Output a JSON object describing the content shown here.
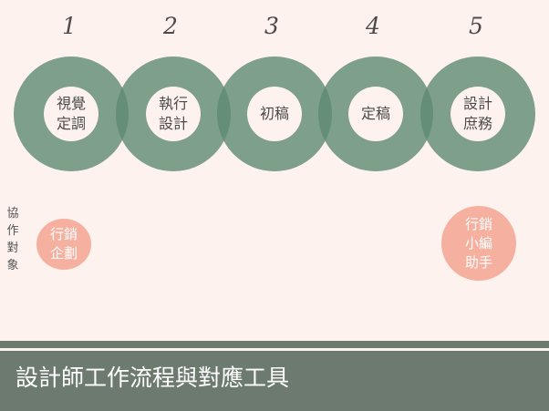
{
  "steps": [
    {
      "number": "1",
      "lines": [
        "視覺",
        "定調"
      ]
    },
    {
      "number": "2",
      "lines": [
        "執行",
        "設計"
      ]
    },
    {
      "number": "3",
      "lines": [
        "初稿"
      ]
    },
    {
      "number": "4",
      "lines": [
        "定稿"
      ]
    },
    {
      "number": "5",
      "lines": [
        "設計",
        "庶務"
      ]
    }
  ],
  "collaborators": {
    "heading": [
      "協",
      "作",
      "對",
      "象"
    ],
    "left": [
      "行銷",
      "企劃"
    ],
    "right": [
      "行銷",
      "小編",
      "助手"
    ]
  },
  "footer": {
    "title": "設計師工作流程與對應工具"
  },
  "colors": {
    "background": "#fdf2ee",
    "ring": "#5e8a70",
    "bubble": "#f6b09f",
    "footer": "#6d7a70"
  }
}
